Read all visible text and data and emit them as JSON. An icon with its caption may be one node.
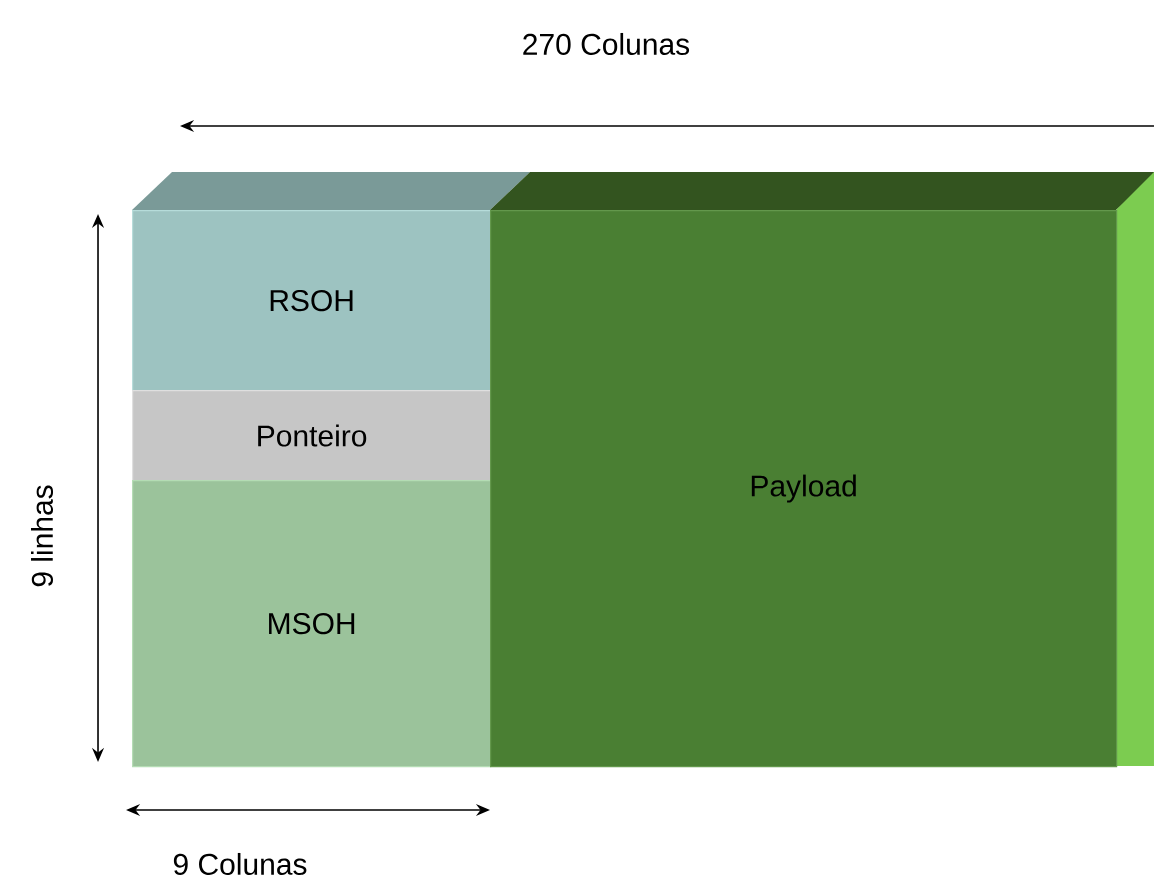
{
  "diagram": {
    "nodes": [
      {
        "text": [
          "RSOH"
        ]
      },
      {
        "text": [
          "Ponteiro"
        ]
      },
      {
        "text": [
          "MSOH"
        ]
      },
      {
        "text": [
          "Payload"
        ]
      }
    ],
    "labels": [
      "270 Colunas",
      "9 linhas",
      "9 Colunas"
    ]
  }
}
